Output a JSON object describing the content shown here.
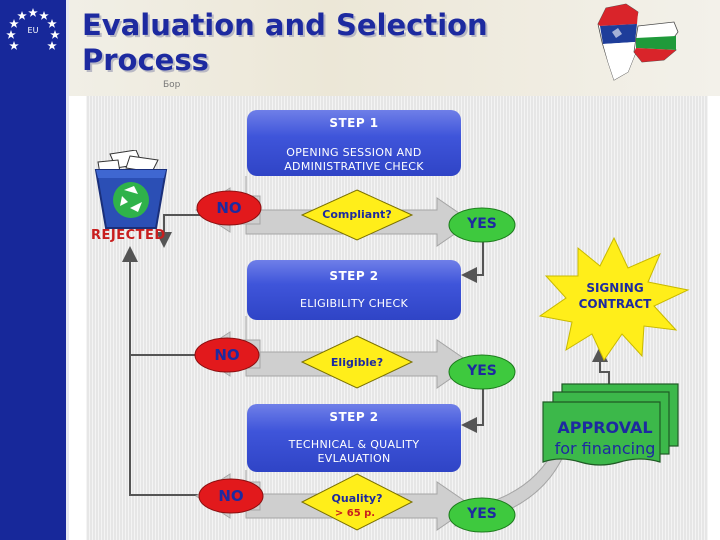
{
  "title_lines": [
    "Evaluation and Selection",
    "Process"
  ],
  "logo": {
    "eu_label": "EU"
  },
  "map_label": "Бор",
  "steps": [
    {
      "title": "STEP 1",
      "subtitle_lines": [
        "OPENING SESSION AND",
        "ADMINISTRATIVE CHECK"
      ]
    },
    {
      "title": "STEP 2",
      "subtitle_lines": [
        "ELIGIBILITY CHECK"
      ]
    },
    {
      "title": "STEP 2",
      "subtitle_lines": [
        "TECHNICAL & QUALITY",
        "EVLAUATION"
      ]
    }
  ],
  "decisions": [
    {
      "question": "Compliant?",
      "no": "NO",
      "yes": "YES"
    },
    {
      "question": "Eligible?",
      "no": "NO",
      "yes": "YES"
    },
    {
      "question": "Quality?",
      "condition": "> 65 p.",
      "no": "NO",
      "yes": "YES"
    }
  ],
  "rejected_label": "REJECTED",
  "signing_lines": [
    "SIGNING",
    "CONTRACT"
  ],
  "approval_lines": [
    "APPROVAL",
    "for financing"
  ],
  "colors": {
    "sidebar_blue": "#17289a",
    "title_blue": "#1d2aa0",
    "step_blue": "#3f55da",
    "no_red": "#e2191c",
    "yes_green": "#3ec93e",
    "diamond_yellow": "#ffee1a",
    "burst_yellow": "#ffee1a",
    "approval_green": "#3cb84a"
  }
}
